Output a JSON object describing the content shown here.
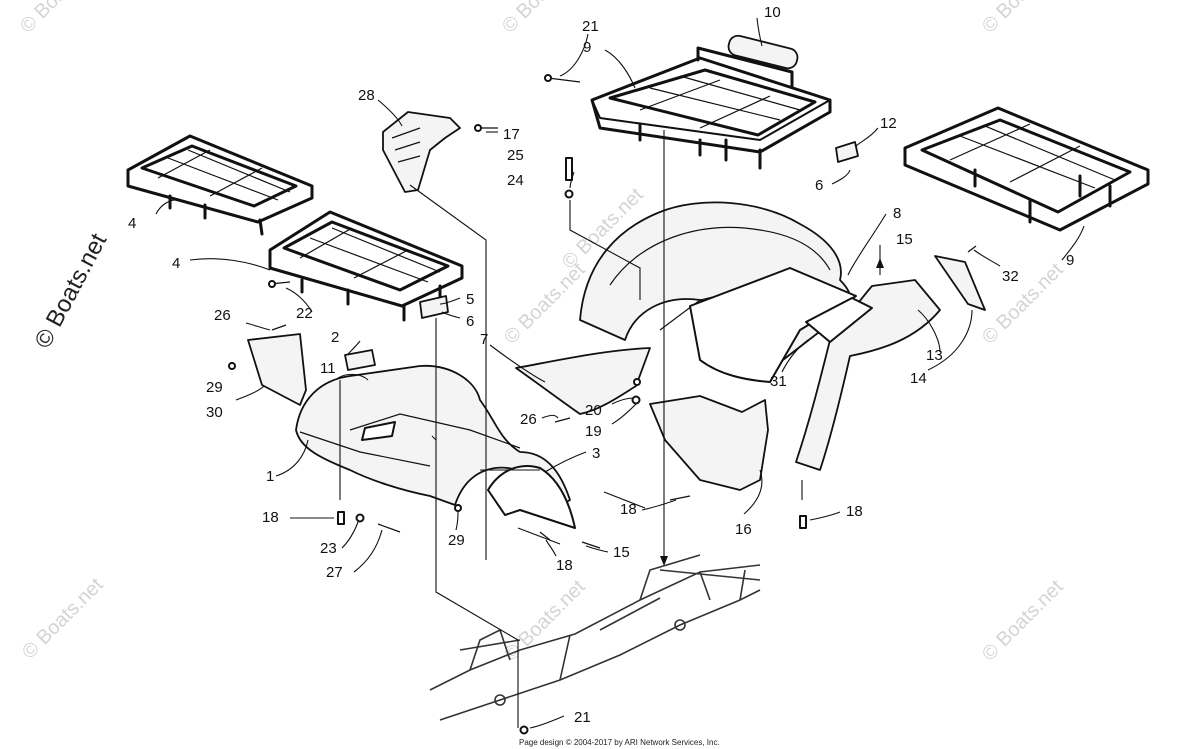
{
  "watermark": {
    "side_text": "© Boats.net",
    "tile_text": "© Boats.net"
  },
  "footer": {
    "text": "Page design © 2004-2017 by ARI Network Services, Inc."
  },
  "callouts": {
    "c1": "1",
    "c2": "2",
    "c3": "3",
    "c4a": "4",
    "c4b": "4",
    "c5": "5",
    "c6a": "6",
    "c6b": "6",
    "c7": "7",
    "c8": "8",
    "c9a": "9",
    "c9b": "9",
    "c10": "10",
    "c11": "11",
    "c12": "12",
    "c13": "13",
    "c14": "14",
    "c15a": "15",
    "c15b": "15",
    "c16": "16",
    "c17": "17",
    "c18a": "18",
    "c18b": "18",
    "c18c": "18",
    "c18d": "18",
    "c19": "19",
    "c20": "20",
    "c21a": "21",
    "c21b": "21",
    "c22": "22",
    "c23": "23",
    "c24": "24",
    "c25": "25",
    "c26a": "26",
    "c26b": "26",
    "c27": "27",
    "c28": "28",
    "c29a": "29",
    "c29b": "29",
    "c30": "30",
    "c31": "31",
    "c32": "32"
  },
  "colors": {
    "line": "#111111",
    "watermark": "#d4d4d4",
    "background": "#ffffff"
  }
}
